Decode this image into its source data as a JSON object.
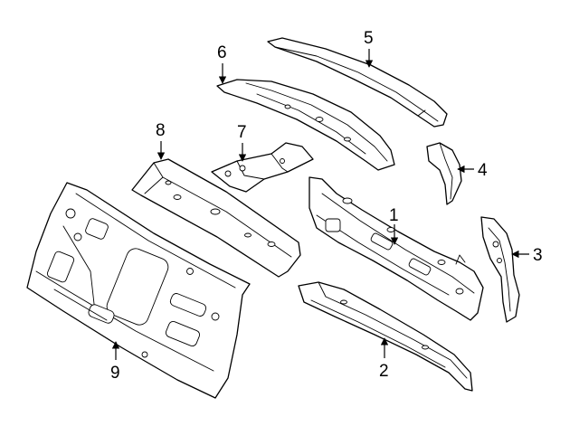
{
  "callouts": [
    {
      "id": "1",
      "label": "1"
    },
    {
      "id": "2",
      "label": "2"
    },
    {
      "id": "3",
      "label": "3"
    },
    {
      "id": "4",
      "label": "4"
    },
    {
      "id": "5",
      "label": "5"
    },
    {
      "id": "6",
      "label": "6"
    },
    {
      "id": "7",
      "label": "7"
    },
    {
      "id": "8",
      "label": "8"
    },
    {
      "id": "9",
      "label": "9"
    }
  ],
  "colors": {
    "line": "#000000",
    "background": "#ffffff"
  }
}
